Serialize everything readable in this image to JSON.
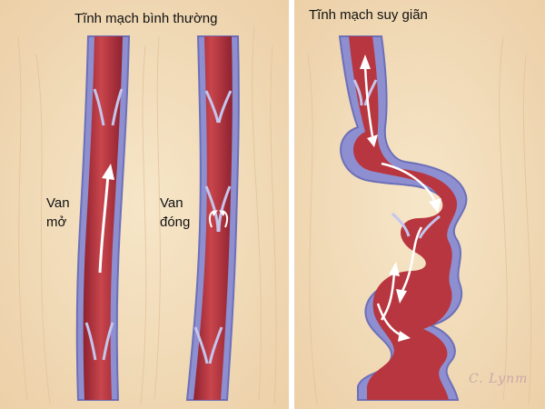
{
  "titles": {
    "normal_veins": "Tĩnh mạch bình thường",
    "varicose_vein": "Tĩnh mạch suy giãn"
  },
  "labels": {
    "valve_open_line1": "Van",
    "valve_open_line2": "mở",
    "valve_closed_line1": "Van",
    "valve_closed_line2": "đóng"
  },
  "signature": "C. Lynm",
  "colors": {
    "tissue": "#f2dcb8",
    "vein_wall": "#8e8fd0",
    "blood": "#b8363f",
    "arrow": "#ffffff",
    "text": "#111111"
  }
}
